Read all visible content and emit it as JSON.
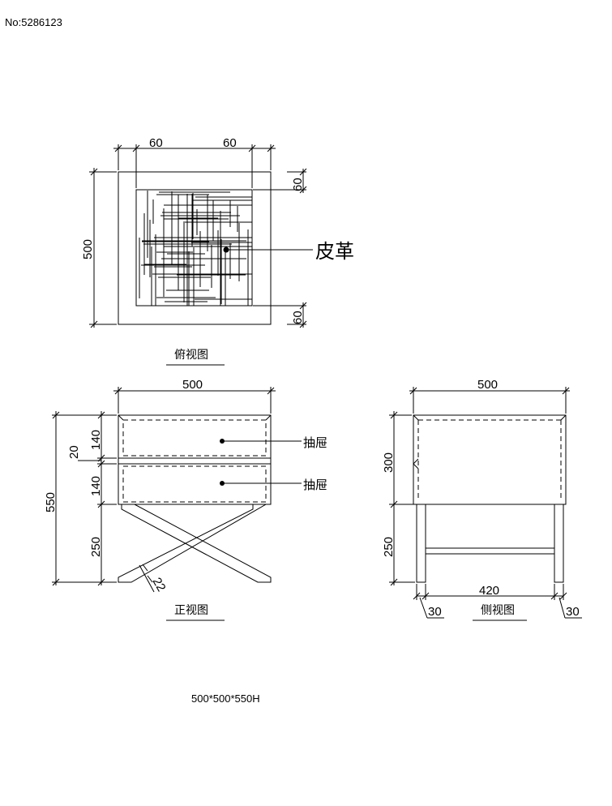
{
  "page_id": "No:5286123",
  "top_view": {
    "caption": "俯视图",
    "dim_width": "500",
    "dim_frame_left": "60",
    "dim_frame_right": "60",
    "dim_frame_top": "60",
    "dim_frame_bottom": "60",
    "material_label": "皮革"
  },
  "front_view": {
    "caption": "正视图",
    "dim_width": "500",
    "dim_total_height": "550",
    "dim_drawer_top": "140",
    "dim_gap": "20",
    "dim_drawer_bottom": "140",
    "dim_legs": "250",
    "dim_leg_thickness": "22",
    "drawer_label_top": "抽屉",
    "drawer_label_bottom": "抽屉"
  },
  "side_view": {
    "caption": "侧视图",
    "dim_width": "500",
    "dim_body": "300",
    "dim_legs": "250",
    "dim_leg_span": "420",
    "dim_leg_left": "30",
    "dim_leg_right": "30"
  },
  "overall_size": "500*500*550H"
}
